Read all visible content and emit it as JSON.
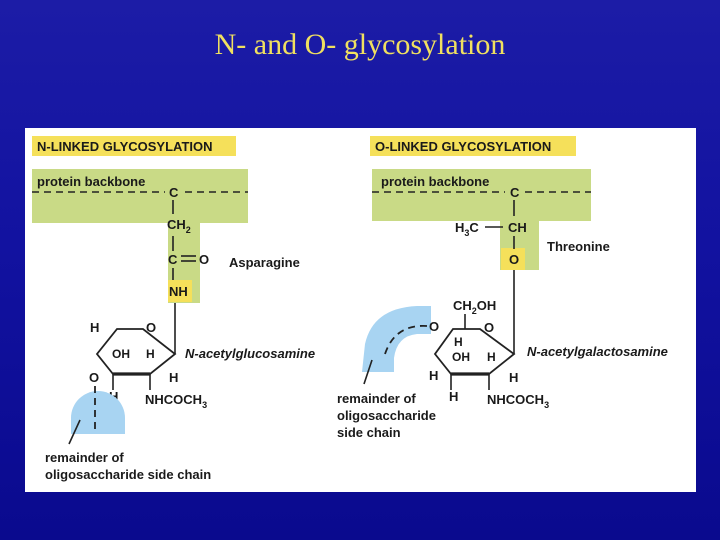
{
  "slide_title": "N- and O- glycosylation",
  "n_panel": {
    "heading": "N-LINKED GLYCOSYLATION",
    "backbone": "protein backbone",
    "alpha_c": "C",
    "ch2": "CH",
    "ch2_sub": "2",
    "carbonyl_c": "C",
    "carbonyl_o": "O",
    "residue": "Asparagine",
    "nh": "NH",
    "ring_h1": "H",
    "ring_o": "O",
    "ring_oh": "OH",
    "ring_h2": "H",
    "ring_o_left": "O",
    "ring_h3": "H",
    "ring_h4": "H",
    "nhcoch": "NHCOCH",
    "nhcoch_sub": "3",
    "sugar": "N-acetylglucosamine",
    "remainder_line1": "remainder of",
    "remainder_line2": "oligosaccharide side chain"
  },
  "o_panel": {
    "heading": "O-LINKED GLYCOSYLATION",
    "backbone": "protein backbone",
    "alpha_c": "C",
    "h3c": "H",
    "h3c_sub": "3",
    "h3c_c": "C",
    "ch": "CH",
    "residue": "Threonine",
    "o_link": "O",
    "ch2oh": "CH",
    "ch2oh_sub": "2",
    "ch2oh_end": "OH",
    "ring_o_left": "O",
    "ring_o": "O",
    "ring_h1": "H",
    "ring_oh": "OH",
    "ring_h2": "H",
    "ring_h3": "H",
    "ring_h4": "H",
    "ring_h5": "H",
    "nhcoch": "NHCOCH",
    "nhcoch_sub": "3",
    "sugar": "N-acetylgalactosamine",
    "remainder_line1": "remainder of",
    "remainder_line2": "oligosaccharide",
    "remainder_line3": "side chain"
  },
  "colors": {
    "protein": "#c9da86",
    "highlight": "#f5e05a",
    "sugar_blob": "#a8d4f2",
    "title": "#f0e060",
    "background": "#1414a0"
  }
}
